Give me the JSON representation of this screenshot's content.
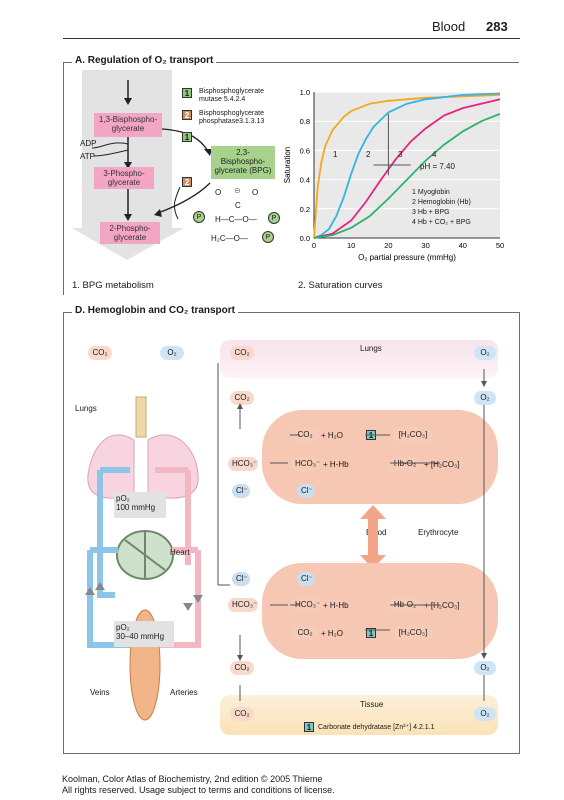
{
  "header": {
    "title": "Blood",
    "page": "283"
  },
  "sectionA": {
    "title": "A. Regulation of O₂ transport",
    "bpg": {
      "pathway": {
        "bisphospho": "1,3-Bisphospho-\nglycerate",
        "adp": "ADP",
        "atp": "ATP",
        "phospho3": "3-Phospho-\nglycerate",
        "phospho2": "2-Phospho-\nglycerate",
        "bpg23": "2,3-\nBisphospho-\nglycerate (BPG)"
      },
      "enzymes": [
        {
          "num": "1",
          "name": "Bisphosphoglycerate\nmutase 5.4.2.4",
          "color": "#8fc77a"
        },
        {
          "num": "2",
          "name": "Bisphosphoglycerate\nphosphatase3.1.3.13",
          "color": "#d08c5f"
        }
      ],
      "markers": {
        "e1": "1",
        "e2": "2"
      },
      "structure": {
        "o1": "O",
        "o2": "O",
        "c1": "C",
        "hc": "H—C—O—",
        "h2c": "H₂C—O—",
        "p": "P",
        "charge": "⊖"
      },
      "caption": "1. BPG metabolism"
    },
    "chart": {
      "caption": "2. Saturation curves",
      "ph": "pH = 7.40",
      "curve_labels": [
        "1",
        "2",
        "3",
        "4"
      ],
      "legend": [
        {
          "num": "1",
          "text": "Myoglobin"
        },
        {
          "num": "2",
          "text": "Hemoglobin (Hb)"
        },
        {
          "num": "3",
          "text": "Hb + BPG"
        },
        {
          "num": "4",
          "text": "Hb + CO₂ + BPG"
        }
      ]
    }
  },
  "chart_data": {
    "type": "line",
    "title": "",
    "xlabel": "O₂ partial pressure (mmHg)",
    "ylabel": "Saturation",
    "xlim": [
      0,
      50
    ],
    "ylim": [
      0,
      1.0
    ],
    "xticks": [
      "0",
      "10",
      "20",
      "30",
      "40",
      "50"
    ],
    "yticks": [
      "0.0",
      "0.2",
      "0.4",
      "0.6",
      "0.8",
      "1.0"
    ],
    "series": [
      {
        "name": "Myoglobin",
        "color": "#f2a824",
        "x": [
          0,
          1,
          2,
          3,
          5,
          8,
          10,
          15,
          20,
          30,
          40,
          50
        ],
        "y": [
          0,
          0.35,
          0.52,
          0.63,
          0.74,
          0.83,
          0.87,
          0.92,
          0.94,
          0.96,
          0.97,
          0.98
        ]
      },
      {
        "name": "Hemoglobin (Hb)",
        "color": "#33b4e6",
        "x": [
          0,
          2,
          4,
          6,
          8,
          10,
          12,
          14,
          16,
          20,
          25,
          30,
          40,
          50
        ],
        "y": [
          0,
          0.02,
          0.06,
          0.15,
          0.28,
          0.44,
          0.58,
          0.68,
          0.76,
          0.86,
          0.92,
          0.95,
          0.98,
          0.99
        ]
      },
      {
        "name": "Hb + BPG",
        "color": "#e8227f",
        "x": [
          0,
          5,
          10,
          14,
          18,
          20,
          22,
          26,
          30,
          35,
          40,
          50
        ],
        "y": [
          0,
          0.03,
          0.12,
          0.25,
          0.4,
          0.47,
          0.54,
          0.66,
          0.75,
          0.84,
          0.89,
          0.95
        ]
      },
      {
        "name": "Hb + CO₂ + BPG",
        "color": "#2fb36b",
        "x": [
          0,
          5,
          10,
          15,
          20,
          25,
          30,
          35,
          40,
          45,
          50
        ],
        "y": [
          0,
          0.02,
          0.07,
          0.15,
          0.27,
          0.4,
          0.53,
          0.64,
          0.73,
          0.8,
          0.85
        ]
      }
    ]
  },
  "sectionD": {
    "title": "D. Hemoglobin and CO₂ transport",
    "body": {
      "co2_top": "CO₂",
      "o2_top": "O₂",
      "lungs": "Lungs",
      "heart": "Heart",
      "po2_high": "pO₂\n100 mmHg",
      "po2_low": "pO₂\n30–40 mmHg",
      "veins": "Veins",
      "arteries": "Arteries"
    },
    "lungs_panel": {
      "title": "Lungs",
      "co2_a": "CO₂",
      "o2_a": "O₂",
      "co2_b": "CO₂",
      "o2_b": "O₂",
      "eq_top": [
        "CO₂",
        "+ H₂O",
        "[H₂CO₃]"
      ],
      "eq_mid": [
        "HCO₃⁻",
        "HCO₃⁻",
        "+ H-Hb",
        "Hb-O₂",
        "+ [H₂CO₃]"
      ],
      "cl": "Cl⁻",
      "cl2": "Cl⁻",
      "enzyme": "1"
    },
    "labels": {
      "blood": "Blood",
      "erythrocyte": "Erythrocyte"
    },
    "tissue_panel": {
      "title": "Tissue",
      "cl_a": "Cl⁻",
      "cl_b": "Cl⁻",
      "eq_mid": [
        "HCO₃⁻",
        "HCO₃⁻",
        "+ H-Hb",
        "Hb-O₂",
        "+ [H₂CO₃]"
      ],
      "eq_bot": [
        "CO₂",
        "+ H₂O",
        "[H₂CO₃]"
      ],
      "co2_a": "CO₂",
      "o2_a": "O₂",
      "co2_b": "CO₂",
      "o2_b": "O₂",
      "enzyme": "1",
      "legend": "Carbonate dehydratase [Zn²⁺] 4.2.1.1"
    }
  },
  "footer": {
    "line1": "Koolman, Color Atlas of Biochemistry, 2nd edition © 2005 Thieme",
    "line2": "All rights reserved. Usage subject to terms and conditions of license."
  }
}
